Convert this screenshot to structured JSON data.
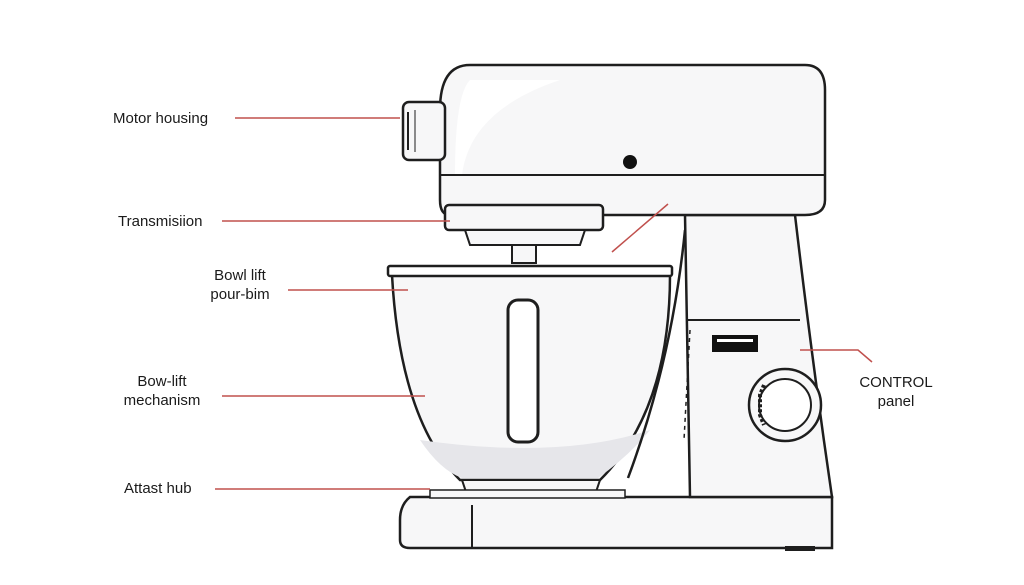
{
  "labels": {
    "motor_housing": "Motor housing",
    "transmission": "Transmisiion",
    "bowl_lift_line1": "Bowl lift",
    "bowl_lift_line2": "pour-bim",
    "bow_lift_line1": "Bow-lift",
    "bow_lift_line2": "mechanism",
    "attast_hub": "Attast hub",
    "control_line1": "CONTROL",
    "control_line2": "panel"
  },
  "colors": {
    "leader_line": "#c0504d",
    "outline": "#1e1e1e",
    "body_fill": "#f7f7f8",
    "shade": "#e6e6ea"
  }
}
